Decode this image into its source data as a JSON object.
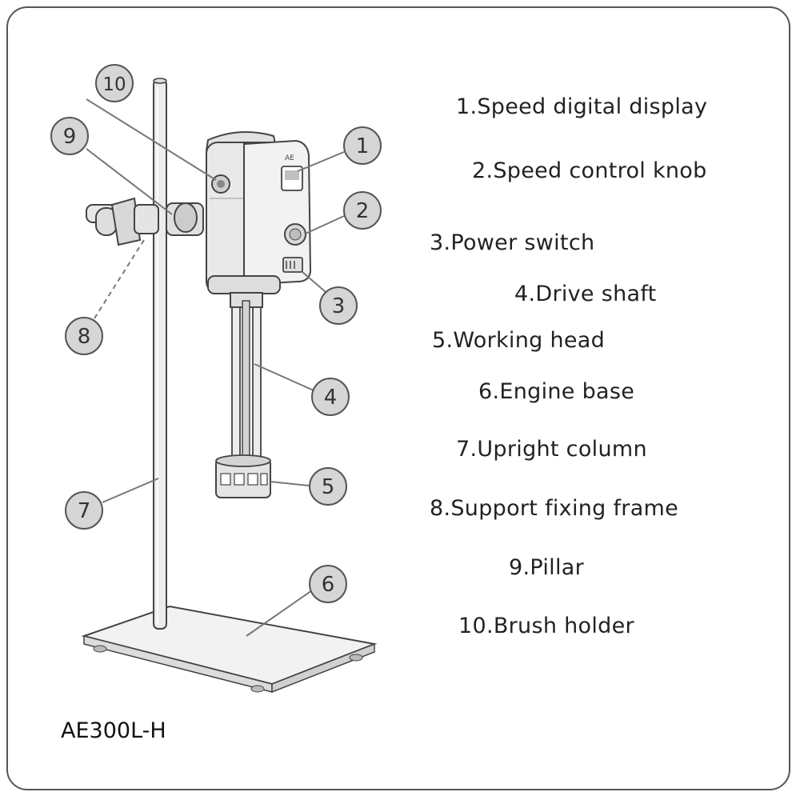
{
  "model": "AE300L-H",
  "legend": [
    "1.Speed digital display",
    "2.Speed control knob",
    "3.Power switch",
    "4.Drive shaft",
    "5.Working head",
    "6.Engine base",
    "7.Upright column",
    "8.Support fixing frame",
    "9.Pillar",
    "10.Brush holder"
  ],
  "callouts": [
    "1",
    "2",
    "3",
    "4",
    "5",
    "6",
    "7",
    "8",
    "9",
    "10"
  ],
  "colors": {
    "callout_fill": "#d6d6d6",
    "outline": "#555555",
    "dash": "#777777"
  }
}
